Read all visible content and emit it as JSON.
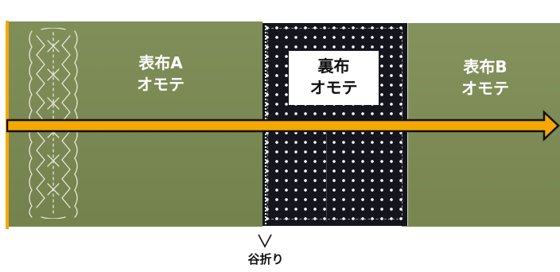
{
  "labels": {
    "outer_a": [
      "表布A",
      "オモテ"
    ],
    "lining": [
      "裏布",
      "オモテ"
    ],
    "outer_b": [
      "表布B",
      "オモテ"
    ]
  },
  "fold": {
    "label": "谷折り",
    "symbol": "∨"
  },
  "colors": {
    "olive_fabric": "#7b8a52",
    "lining_fabric": "#15151d",
    "polka_dot": "#f4f4f4",
    "arrow_fill": "#f5a800",
    "arrow_outline": "#111111",
    "text_on_fabric": "#ffffff"
  }
}
